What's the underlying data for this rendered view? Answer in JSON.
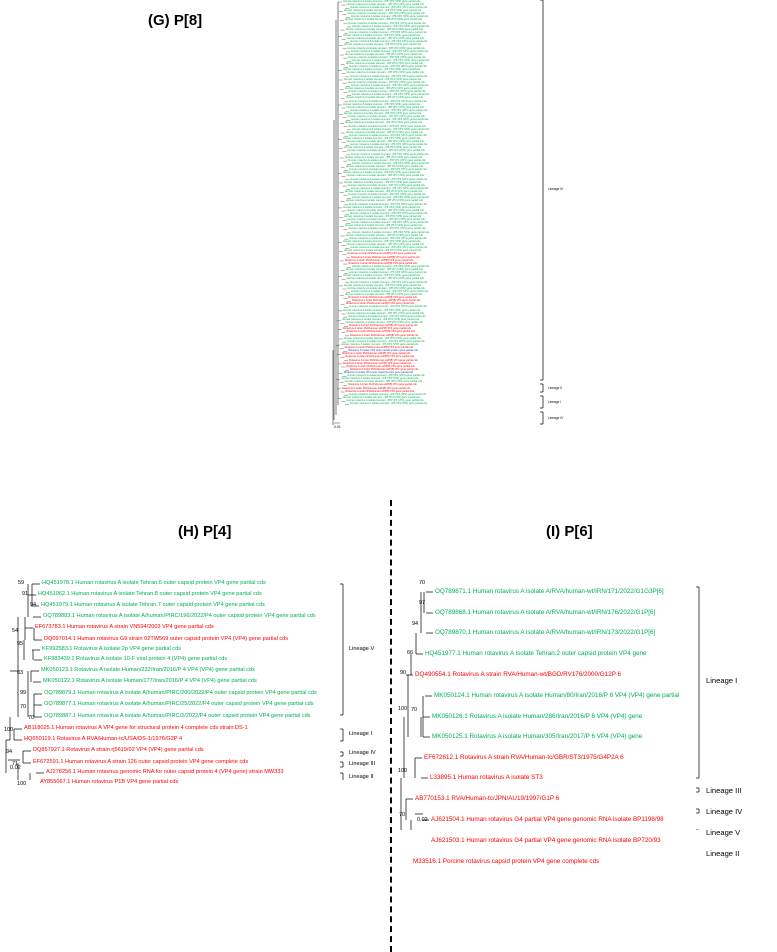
{
  "panels": {
    "g": {
      "title": "(G) P[8]",
      "scale_label": "0.01",
      "lineages": [
        "Lineage III",
        "Lineage II",
        "Lineage I",
        "Lineage IV"
      ],
      "green_fragment": "Human rotavirus A isolate Human/.../P8 VP4 (VP4) gene partial cds",
      "red_fragment": "Rotavirus A strain RVA/Human-wt/P[8] VP4 gene partial cds",
      "blue_fragment": "Rotavirus A isolate VP4 outer capsid protein gene partial cds",
      "colors": {
        "green": "#00b050",
        "red": "#ff0000",
        "blue": "#2040c0"
      }
    },
    "h": {
      "title": "(H) P[4]",
      "scale_label": "0.02",
      "taxa": [
        {
          "label": "HQ451978.1 Human rotavirus A isolate Tehran.6 outer capsid protein VP4 gene partial cds",
          "color": "#00b050"
        },
        {
          "label": "HQ451962.1 Human rotavirus A isolate Tehran.8 outer capsid protein VP4 gene partial cds",
          "color": "#00b050"
        },
        {
          "label": "HQ451979.1 Human rotavirus A isolate Tehran.7 outer capsid protein VP4 gene partial cds",
          "color": "#00b050"
        },
        {
          "label": "OQ789883.1 Human rotavirus A isolate A/human/PIRC/196/2022/P4 outer capsid protein VP4 gene partial cds",
          "color": "#00b050"
        },
        {
          "label": "EF673783.1 Human rotavirus A strain VN594/2003 VP4 gene partial cds",
          "color": "#ff0000"
        },
        {
          "label": "DQ097014.1 Human rotavirus G9 strain 02TW569 outer capsid protein VP4 (VP4) gene partial cds",
          "color": "#ff0000"
        },
        {
          "label": "KF992583.1 Rotavirus A isolate 2p VP4 gene partial cds",
          "color": "#00b050"
        },
        {
          "label": "KF983439.1 Rotavirus A isolate 10-F viral protein 4 (VP4) gene partial cds",
          "color": "#00b050"
        },
        {
          "label": "MK050123.1 Rotavirus A isolate Human/232/Iran/2016/P 4 VP4 (VP4) gene partial cds",
          "color": "#00b050"
        },
        {
          "label": "MK050122.1 Rotavirus A isolate Human/177/Iran/2016/P 4 VP4 (VP4) gene partial cds",
          "color": "#00b050"
        },
        {
          "label": "OQ789879.1 Human rotavirus A isolate A/human/PIRC/200/2022/P4 outer capsid protein VP4 gene partial cds",
          "color": "#00b050"
        },
        {
          "label": "OQ789877.1 Human rotavirus A isolate A/human/PIRC/25/2022/P4 outer capsid protein VP4 gene partial cds",
          "color": "#00b050"
        },
        {
          "label": "OQ789887.1 Human rotavirus A isolate A/human/PIRC/2/2022/P4 outer capsid protein VP4 gene partial cds",
          "color": "#00b050"
        },
        {
          "label": "AB118025.1 Human rotavirus A VP4 gene for structural protein 4 complete cds strain:DS-1",
          "color": "#ff0000"
        },
        {
          "label": "HQ650119.1 Rotavirus A RVA/Human-tc/USA/DS-1/1976/G2P 4",
          "color": "#ff0000"
        },
        {
          "label": "DQ857927.1 Rotavirus A strain rj5619/02 VP4 (VP4) gene partial cds",
          "color": "#ff0000"
        },
        {
          "label": "EF672591.1 Human rotavirus A strain 126 outer capsid protein VP4 gene complete cds",
          "color": "#ff0000"
        },
        {
          "label": "AJ278256.1 Human rotavirus genomic RNA for outer capsid protein 4 (VP4 gene) strain MW333",
          "color": "#ff0000"
        },
        {
          "label": "AY855067.1 Human rotavirus P1B VP4 gene partial cds",
          "color": "#ff0000"
        }
      ],
      "bootstraps": [
        "59",
        "91",
        "94",
        "54",
        "95",
        "83",
        "99",
        "70",
        "70",
        "100",
        "94",
        "71",
        "100"
      ],
      "lineages": [
        "Lineage V",
        "Lineage I",
        "Lineage IV",
        "Lineage III",
        "Lineage II"
      ]
    },
    "i": {
      "title": "(I) P[6]",
      "scale_label": "0.02",
      "taxa": [
        {
          "label": "OQ789871.1 Human rotavirus A isolate A/RVA/human-wt/IRN/171/2022/G1G3P[6]",
          "color": "#00b050"
        },
        {
          "label": "OQ789868.1 Human rotavirus A isolate A/RVA/human-wt/IRN/176/2022/G1P[6]",
          "color": "#00b050"
        },
        {
          "label": "OQ789870.1 Human rotavirus A isolate A/RVA/human-wt/IRN/173/2022/G1P[6]",
          "color": "#00b050"
        },
        {
          "label": "HQ451977.1 Human rotavirus A isolate Tehran.2 outer capsid protein VP4 gene",
          "color": "#00b050"
        },
        {
          "label": "DQ490554.1 Rotavirus A strain RVA/Human-wt/BGD/RV176/2000/G12P 6",
          "color": "#ff0000"
        },
        {
          "label": "MK050124.1 Human rotavirus A isolate Human/80/Iran/2016/P 6 VP4 (VP4) gene partial",
          "color": "#00b050"
        },
        {
          "label": "MK050126.1 Rotavirus A isolate Human/286/Iran/2016/P 6 VP4 (VP4) gene",
          "color": "#00b050"
        },
        {
          "label": "MK050125.1 Rotavirus A isolate Human/305/Iran/2017/P 6 VP4 (VP4) gene",
          "color": "#00b050"
        },
        {
          "label": "EF672612.1 Rotavirus A strain RVA/Human-tc/GBR/ST3/1975/G4P2A 6",
          "color": "#ff0000"
        },
        {
          "label": "L33895.1 Human rotavirus A isolate ST3",
          "color": "#ff0000"
        },
        {
          "label": "AB770153.1 RVA/Human-tc/JPN/AU19/1997/G1P 6",
          "color": "#ff0000"
        },
        {
          "label": "AJ621504.1 Human rotavirus G4 partial VP4 gene genomic RNA isolate BP1198/98",
          "color": "#ff0000"
        },
        {
          "label": "AJ621503.1 Human rotavirus G4 partial VP4 gene genomic RNA isolate BP720/93",
          "color": "#ff0000"
        },
        {
          "label": "M33516.1 Porcine rotavirus capsid protein VP4 gene complete cds",
          "color": "#ff0000"
        }
      ],
      "bootstraps": [
        "70",
        "97",
        "94",
        "66",
        "90",
        "100",
        "70",
        "100",
        "70"
      ],
      "lineages": [
        "Lineage I",
        "Lineage III",
        "Lineage IV",
        "Lineage V",
        "Lineage II"
      ]
    }
  }
}
